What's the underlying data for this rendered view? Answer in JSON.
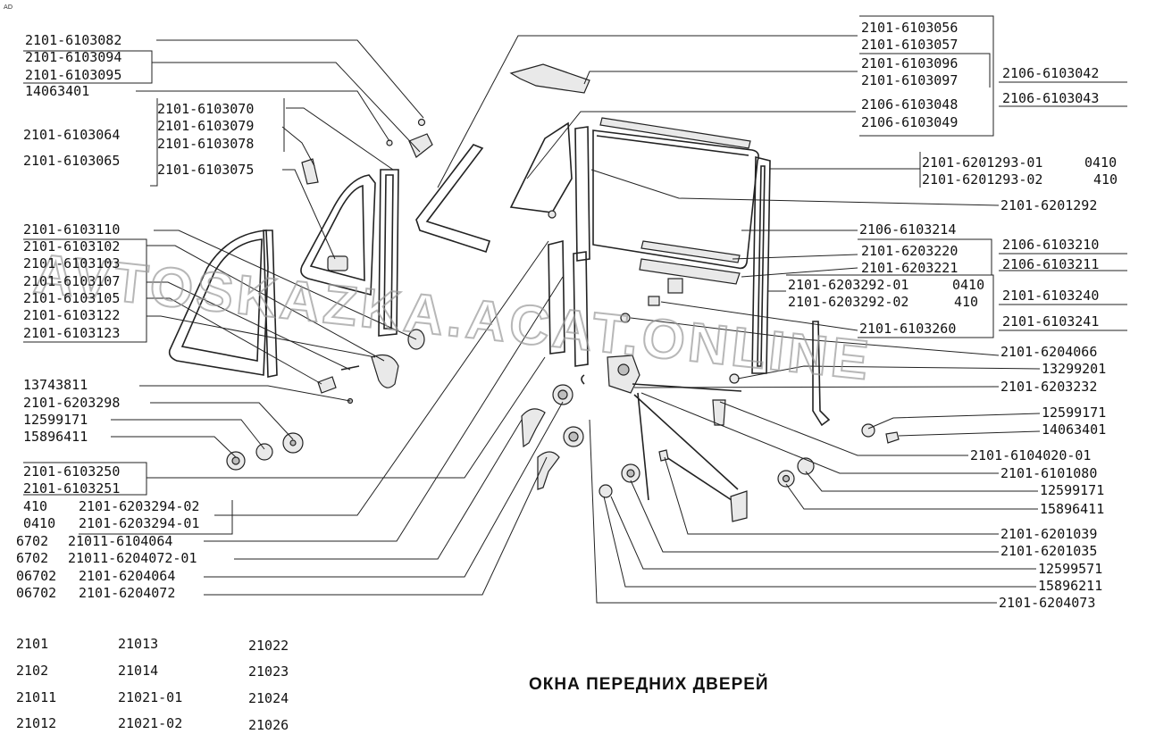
{
  "corner_mark": "AD",
  "title": "ОКНА ПЕРЕДНИХ ДВЕРЕЙ",
  "watermark": "AVTOSKAZKA.ACAT.ONLINE",
  "labels": {
    "l_6103082": "2101-6103082",
    "l_6103094": "2101-6103094",
    "l_6103095": "2101-6103095",
    "l_14063401a": "14063401",
    "l_6103070": "2101-6103070",
    "l_6103079": "2101-6103079",
    "l_6103078": "2101-6103078",
    "l_6103064": "2101-6103064",
    "l_6103065": "2101-6103065",
    "l_6103075": "2101-6103075",
    "l_6103110": "2101-6103110",
    "l_6103102": "2101-6103102",
    "l_6103103": "2101-6103103",
    "l_6103107": "2101-6103107",
    "l_6103105": "2101-6103105",
    "l_6103122": "2101-6103122",
    "l_6103123": "2101-6103123",
    "l_13743811": "13743811",
    "l_6203298": "2101-6203298",
    "l_12599171a": "12599171",
    "l_15896411a": "15896411",
    "l_6103250": "2101-6103250",
    "l_6103251": "2101-6103251",
    "l_410a": "410",
    "l_6203294_02": "2101-6203294-02",
    "l_0410a": "0410",
    "l_6203294_01": "2101-6203294-01",
    "l_6702a": "6702",
    "l_21011_6104064": "21011-6104064",
    "l_6702b": "6702",
    "l_21011_6204072": "21011-6204072-01",
    "l_06702a": "06702",
    "l_6204064": "2101-6204064",
    "l_06702b": "06702",
    "l_6204072": "2101-6204072",
    "r_6103056": "2101-6103056",
    "r_6103057": "2101-6103057",
    "r_6103096": "2101-6103096",
    "r_6103097": "2101-6103097",
    "r_2106_6103042": "2106-6103042",
    "r_2106_6103043": "2106-6103043",
    "r_2106_6103048": "2106-6103048",
    "r_2106_6103049": "2106-6103049",
    "r_6201293_01": "2101-6201293-01",
    "r_0410": "0410",
    "r_6201293_02": "2101-6201293-02",
    "r_410": "410",
    "r_6201292": "2101-6201292",
    "r_2106_6103214": "2106-6103214",
    "r_6203220": "2101-6203220",
    "r_6203221": "2101-6203221",
    "r_2106_6103210": "2106-6103210",
    "r_2106_6103211": "2106-6103211",
    "r_6203292_01": "2101-6203292-01",
    "r_0410b": "0410",
    "r_6203292_02": "2101-6203292-02",
    "r_410b": "410",
    "r_6103240": "2101-6103240",
    "r_6103241": "2101-6103241",
    "r_6103260": "2101-6103260",
    "r_6204066": "2101-6204066",
    "r_13299201": "13299201",
    "r_6203232": "2101-6203232",
    "r_12599171a": "12599171",
    "r_14063401": "14063401",
    "r_6104020_01": "2101-6104020-01",
    "r_6101080": "2101-6101080",
    "r_12599171b": "12599171",
    "r_15896411": "15896411",
    "r_6201039": "2101-6201039",
    "r_6201035": "2101-6201035",
    "r_12599571": "12599571",
    "r_15896211": "15896211",
    "r_6204073": "2101-6204073"
  },
  "models": [
    "2101",
    "21013",
    "21022",
    "2102",
    "21014",
    "21023",
    "21011",
    "21021-01",
    "21024",
    "21012",
    "21021-02",
    "21026"
  ]
}
